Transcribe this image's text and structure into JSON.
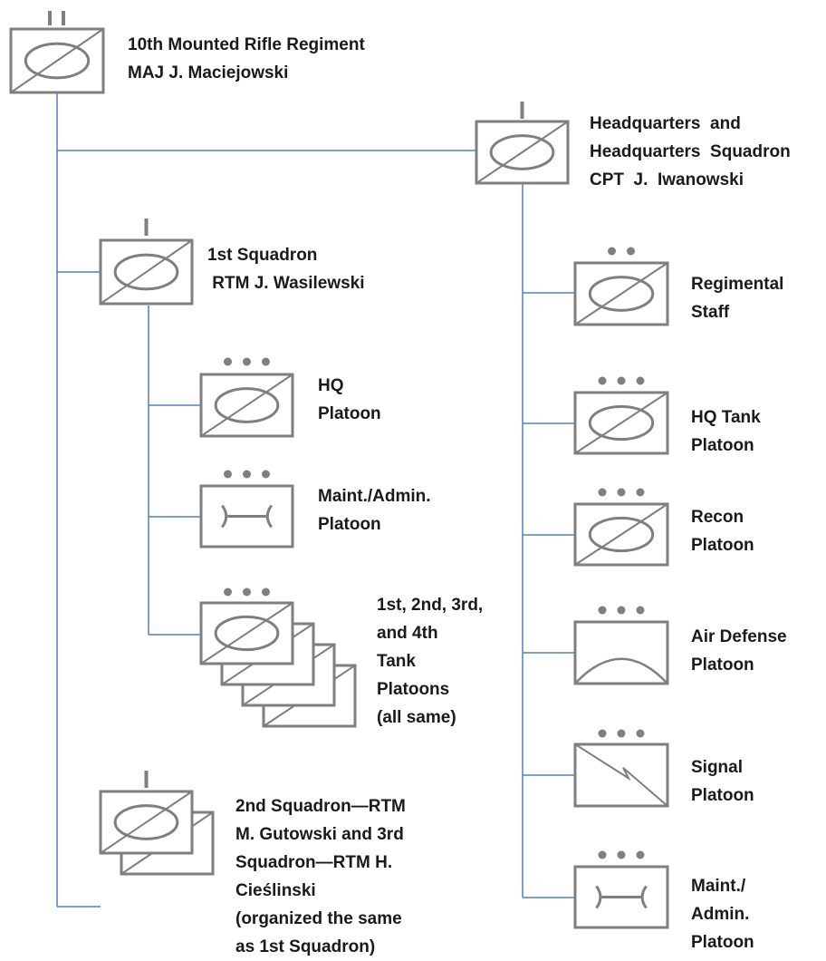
{
  "colors": {
    "connector": "#4f81bd",
    "symbol": "#7f7f7f",
    "text": "#1a1a1a",
    "background": "#ffffff"
  },
  "units": [
    {
      "id": "regiment",
      "size_marker": "II",
      "symbol": "armor-cavalry-icon",
      "lines": [
        "10th Mounted Rifle Regiment",
        "MAJ J. Maciejowski"
      ]
    },
    {
      "id": "hq-squadron",
      "size_marker": "I",
      "symbol": "armor-cavalry-icon",
      "lines": [
        "Headquarters  and",
        "Headquarters  Squadron",
        "CPT  J.  Iwanowski"
      ]
    },
    {
      "id": "squadron-1",
      "size_marker": "I",
      "symbol": "armor-cavalry-icon",
      "lines": [
        "1st Squadron",
        " RTM J. Wasilewski"
      ]
    },
    {
      "id": "hq-platoon",
      "size_marker": "•••",
      "symbol": "armor-cavalry-icon",
      "lines": [
        "HQ",
        "Platoon"
      ]
    },
    {
      "id": "maint-admin-platoon",
      "size_marker": "•••",
      "symbol": "maintenance-icon",
      "lines": [
        "Maint./Admin.",
        "Platoon"
      ]
    },
    {
      "id": "tank-platoons",
      "size_marker": "•••",
      "symbol": "armor-cavalry-icon",
      "lines": [
        "1st, 2nd, 3rd,",
        "and 4th",
        "Tank",
        "Platoons",
        "(all same)"
      ]
    },
    {
      "id": "squadrons-2-3",
      "size_marker": "I",
      "symbol": "armor-cavalry-icon",
      "lines": [
        "2nd Squadron—RTM",
        "M. Gutowski and 3rd",
        "Squadron—RTM H.",
        "Cieślinski",
        "(organized the same",
        "as 1st Squadron)"
      ]
    },
    {
      "id": "regimental-staff",
      "size_marker": "••",
      "symbol": "armor-cavalry-icon",
      "lines": [
        "Regimental",
        "Staff"
      ]
    },
    {
      "id": "hq-tank-platoon",
      "size_marker": "•••",
      "symbol": "armor-cavalry-icon",
      "lines": [
        "HQ Tank",
        "Platoon"
      ]
    },
    {
      "id": "recon-platoon",
      "size_marker": "•••",
      "symbol": "armor-cavalry-icon",
      "lines": [
        "Recon",
        "Platoon"
      ]
    },
    {
      "id": "air-defense-platoon",
      "size_marker": "•••",
      "symbol": "air-defense-icon",
      "lines": [
        "Air Defense",
        "Platoon"
      ]
    },
    {
      "id": "signal-platoon",
      "size_marker": "•••",
      "symbol": "signal-icon",
      "lines": [
        "Signal",
        "Platoon"
      ]
    },
    {
      "id": "maint-admin-platoon-hq",
      "size_marker": "•••",
      "symbol": "maintenance-icon",
      "lines": [
        "Maint./",
        "Admin.",
        "Platoon"
      ]
    }
  ]
}
